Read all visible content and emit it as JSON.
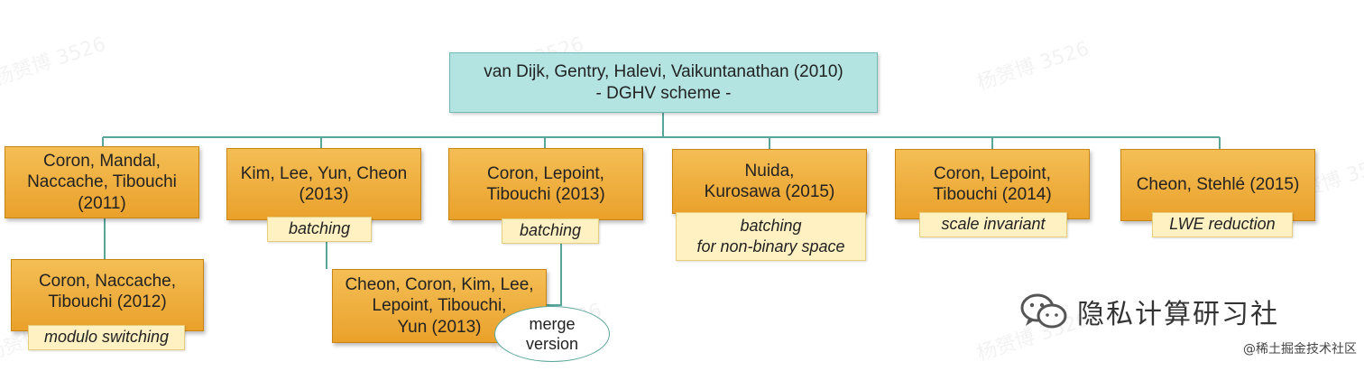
{
  "watermark": "杨赟博 3526",
  "root": {
    "label": "van Dijk, Gentry, Halevi, Vaikuntanathan (2010)\n- DGHV scheme -"
  },
  "nodes": [
    {
      "label": "Coron, Mandal,\nNaccache, Tibouchi\n(2011)",
      "tag": ""
    },
    {
      "label": "Kim, Lee, Yun, Cheon\n(2013)",
      "tag": "batching"
    },
    {
      "label": "Coron, Lepoint,\nTibouchi (2013)",
      "tag": "batching"
    },
    {
      "label": "Nuida,\nKurosawa (2015)",
      "tag": "batching\nfor non-binary space"
    },
    {
      "label": "Coron, Lepoint,\nTibouchi (2014)",
      "tag": "scale invariant"
    },
    {
      "label": "Cheon, Stehlé (2015)",
      "tag": "LWE reduction"
    }
  ],
  "children": [
    {
      "label": "Coron, Naccache,\nTibouchi (2012)",
      "tag": "modulo switching"
    },
    {
      "label": "Cheon, Coron, Kim, Lee,\nLepoint, Tibouchi,\nYun (2013)",
      "tag": ""
    }
  ],
  "merge_label": "merge\nversion",
  "brand": {
    "name": "隐私计算研习社",
    "icon": "wechat-icon",
    "footer": "@稀土掘金技术社区"
  },
  "colors": {
    "root_fill": "#b3e4e1",
    "node_fill": "#eeab3a",
    "tag_fill": "#fff1c2",
    "connector": "#5aa59a"
  }
}
